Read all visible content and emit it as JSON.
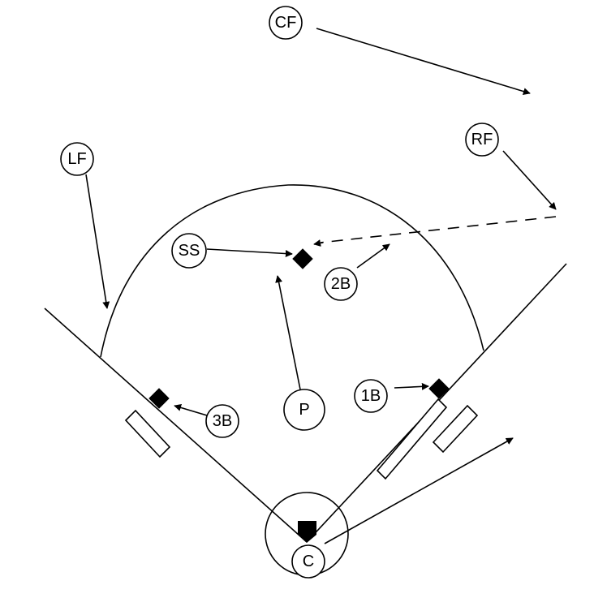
{
  "diagram": {
    "positions": {
      "cf": "CF",
      "rf": "RF",
      "lf": "LF",
      "ss": "SS",
      "second_base": "2B",
      "pitcher": "P",
      "first_base": "1B",
      "third_base": "3B",
      "catcher": "C"
    }
  }
}
